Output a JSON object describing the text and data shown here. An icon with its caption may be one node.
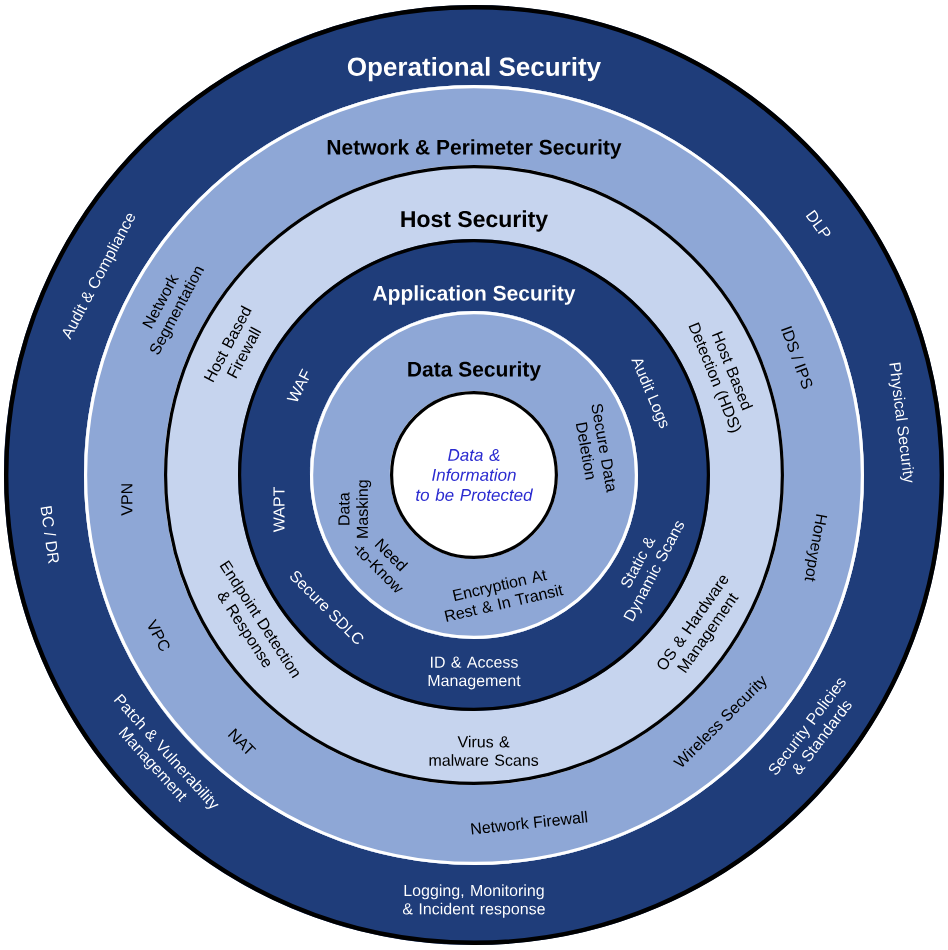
{
  "diagram": {
    "nodes": [
      {
        "text": [
          "Operational Security",
          "Audit & Compliance",
          "DLP",
          "Physical Security",
          "Security Policies & Standards",
          "Logging, Monitoring & Incident response",
          "Patch & Vulnerability Management",
          "BC / DR"
        ]
      },
      {
        "text": [
          "Network & Perimeter Security",
          "Network Segmentation",
          "IDS / IPS",
          "Honeypot",
          "Wireless Security",
          "Network Firewall",
          "NAT",
          "VPC",
          "VPN"
        ],
        "in": 0
      },
      {
        "text": [
          "Host Security",
          "Host Based Firewall",
          "Host Based Detection (HDS)",
          "OS & Hardware Management",
          "Virus & malware Scans",
          "Endpoint Detection & Response"
        ],
        "in": 1
      },
      {
        "text": [
          "Application Security",
          "WAF",
          "Audit Logs",
          "Static & Dynamic Scans",
          "ID & Access Management",
          "Secure SDLC",
          "WAPT"
        ],
        "in": 2
      },
      {
        "text": [
          "Data Security",
          "Secure Data Deletion",
          "Encryption At Rest & In Transit",
          "Need -to-Know",
          "Data Masking"
        ],
        "in": 3
      },
      {
        "text": [
          "Data & Information to be Protected"
        ],
        "in": 4
      }
    ]
  }
}
